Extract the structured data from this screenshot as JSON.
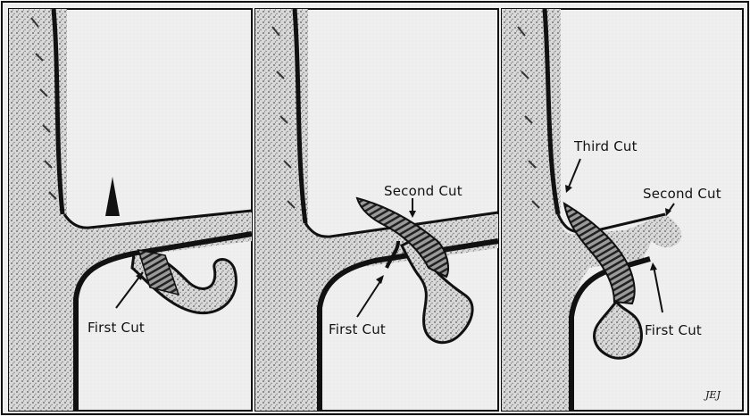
{
  "panels": [
    {
      "name": "panel-1",
      "labels": [
        {
          "key": "first",
          "text": "First Cut"
        }
      ]
    },
    {
      "name": "panel-2",
      "labels": [
        {
          "key": "second",
          "text": "Second Cut"
        },
        {
          "key": "first",
          "text": "First Cut"
        }
      ]
    },
    {
      "name": "panel-3",
      "labels": [
        {
          "key": "third",
          "text": "Third Cut"
        },
        {
          "key": "second",
          "text": "Second Cut"
        },
        {
          "key": "first",
          "text": "First Cut"
        }
      ]
    }
  ],
  "signature": "JEJ",
  "colors": {
    "ink": "#111111",
    "paper": "#f2f2f2",
    "bark": "#1c1c1c"
  }
}
